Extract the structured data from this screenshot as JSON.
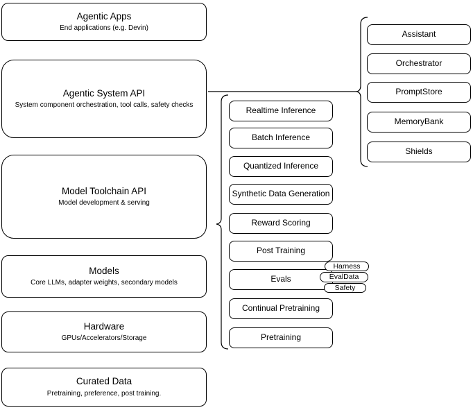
{
  "colors": {
    "stroke": "#000000",
    "fill": "#ffffff",
    "text": "#000000",
    "background": "#ffffff"
  },
  "stack": [
    {
      "title": "Agentic Apps",
      "subtitle": "End applications (e.g. Devin)"
    },
    {
      "title": "Agentic System API",
      "subtitle": "System component orchestration, tool calls, safety checks"
    },
    {
      "title": "Model Toolchain API",
      "subtitle": "Model development & serving"
    },
    {
      "title": "Models",
      "subtitle": "Core LLMs, adapter weights, secondary models"
    },
    {
      "title": "Hardware",
      "subtitle": "GPUs/Accelerators/Storage"
    },
    {
      "title": "Curated Data",
      "subtitle": "Pretraining, preference, post training."
    }
  ],
  "capabilities": [
    "Realtime Inference",
    "Batch Inference",
    "Quantized Inference",
    "Synthetic Data Generation",
    "Reward Scoring",
    "Post Training",
    "Evals",
    "Continual Pretraining",
    "Pretraining"
  ],
  "eval_tags": [
    "Harness",
    "EvalData",
    "Safety"
  ],
  "components": [
    "Assistant",
    "Orchestrator",
    "PromptStore",
    "MemoryBank",
    "Shields"
  ]
}
